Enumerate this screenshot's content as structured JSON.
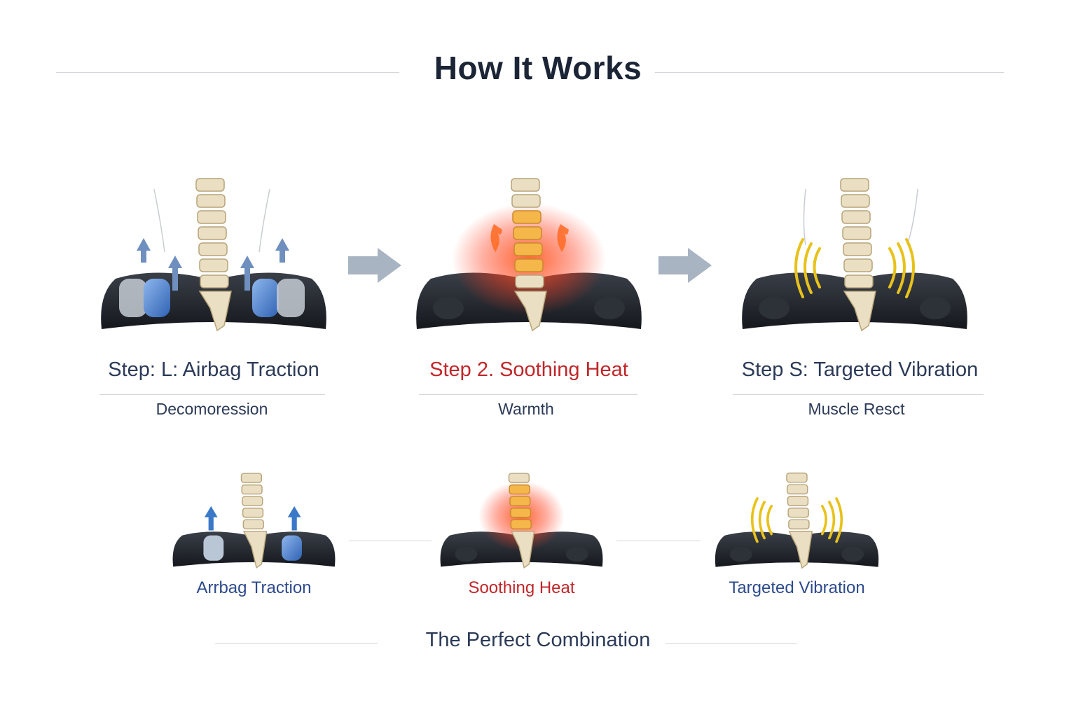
{
  "title": "How It Works",
  "steps": [
    {
      "title": "Step: L: Airbag Traction",
      "subtitle": "Decomoression",
      "accent": "#2d5fb0",
      "effect": "airbag-icon"
    },
    {
      "title": "Step 2. Soothing Heat",
      "subtitle": "Warmth",
      "accent": "#c0262a",
      "effect": "heat-icon"
    },
    {
      "title": "Step S: Targeted Vibration",
      "subtitle": "Muscle Resct",
      "accent": "#e8c21a",
      "effect": "vibration-icon"
    }
  ],
  "combination": {
    "items": [
      {
        "label": "Arrbag Traction"
      },
      {
        "label": "Soothing Heat"
      },
      {
        "label": "Targeted Vibration"
      }
    ],
    "footer": "The Perfect Combination"
  },
  "colors": {
    "title": "#1b2536",
    "label": "#2b3a58",
    "heat": "#c0262a",
    "airbag": "#3a78c8",
    "vibration": "#e8c21a",
    "pillow": "#23272e",
    "arrow": "#a8b4c2"
  }
}
